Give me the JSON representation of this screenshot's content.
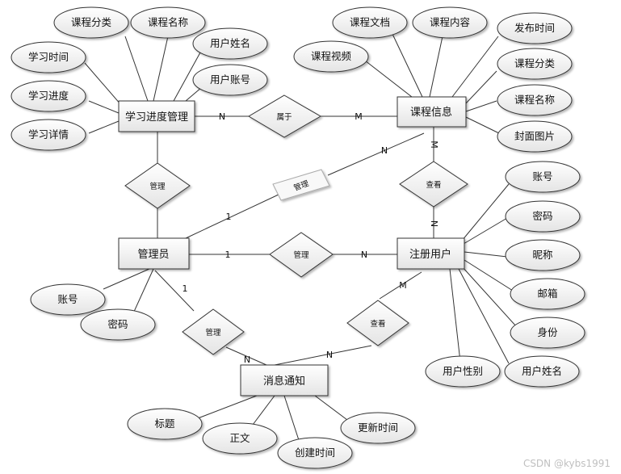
{
  "entities": {
    "progress": "学习进度管理",
    "course": "课程信息",
    "admin": "管理员",
    "user": "注册用户",
    "notice": "消息通知"
  },
  "attributes": {
    "progress": [
      "课程分类",
      "课程名称",
      "用户姓名",
      "用户账号",
      "学习时间",
      "学习进度",
      "学习详情"
    ],
    "course": [
      "课程文档",
      "课程内容",
      "发布时间",
      "课程视频",
      "课程分类",
      "课程名称",
      "封面图片"
    ],
    "user": [
      "账号",
      "密码",
      "昵称",
      "邮箱",
      "身份",
      "用户姓名",
      "用户性别"
    ],
    "admin": [
      "账号",
      "密码"
    ],
    "notice": [
      "标题",
      "正文",
      "创建时间",
      "更新时间"
    ]
  },
  "relationships": {
    "belongs": "属于",
    "progress_admin": "管理",
    "course_admin": "管理",
    "view_course": "查看",
    "admin_user": "管理",
    "admin_notice": "管理",
    "view_notice": "查看"
  },
  "cardinalities": {
    "belongs_progress": "N",
    "belongs_course": "M",
    "course_admin_admin": "1",
    "course_admin_course": "N",
    "view_course_course": "M",
    "view_course_user": "N",
    "admin_user_admin": "1",
    "admin_user_user": "N",
    "admin_notice_admin": "1",
    "admin_notice_notice": "N",
    "view_notice_user": "M",
    "view_notice_notice": "N"
  },
  "watermark": "CSDN @kybs1991"
}
